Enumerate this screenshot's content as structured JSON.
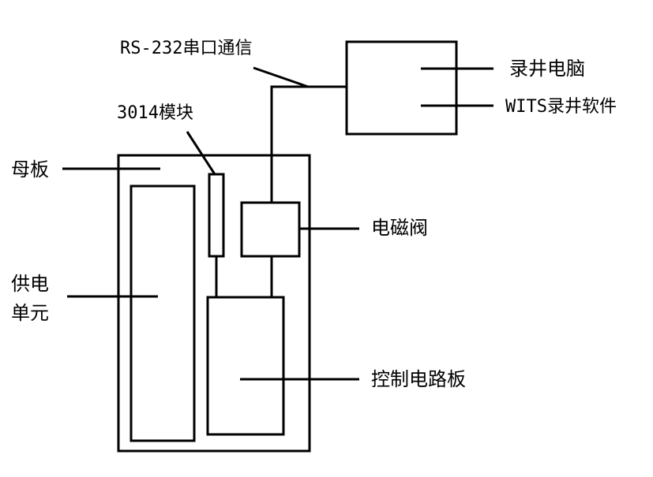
{
  "labels": {
    "rs232": "RS-232串口通信",
    "computer": "录井电脑",
    "wits": "WITS录井软件",
    "module3014": "3014模块",
    "motherboard": "母板",
    "valve": "电磁阀",
    "power_line1": "供电",
    "power_line2": "单元",
    "control_board": "控制电路板"
  },
  "colors": {
    "stroke": "#000000",
    "background": "#ffffff"
  }
}
